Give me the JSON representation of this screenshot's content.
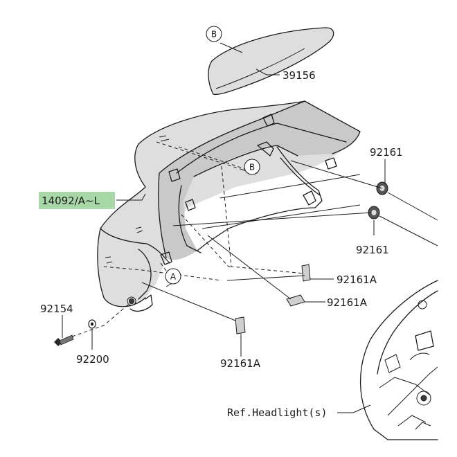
{
  "diagram": {
    "callouts": {
      "b_top": "B",
      "b_mid": "B",
      "a": "A"
    },
    "parts": {
      "part_39156": "39156",
      "part_92161_top": "92161",
      "part_92161_bottom": "92161",
      "part_14092": "14092/A~L",
      "part_92161A_right_top": "92161A",
      "part_92161A_right_bottom": "92161A",
      "part_92161A_bottom": "92161A",
      "part_92154": "92154",
      "part_92200": "92200"
    },
    "reference": "Ref.Headlight(s)",
    "colors": {
      "highlight": "#a8d8a8",
      "line": "#1a1a1a",
      "shade": "#dedede"
    }
  }
}
